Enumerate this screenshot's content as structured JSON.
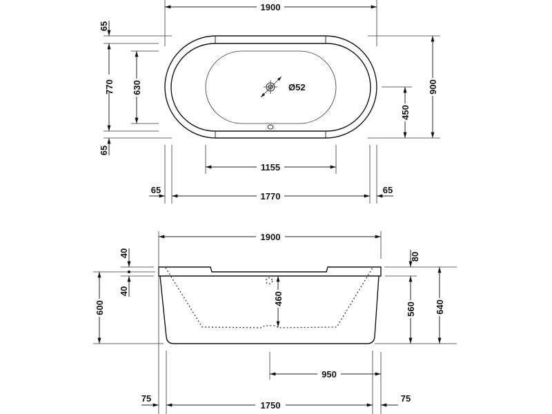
{
  "top_view": {
    "overall_length": "1900",
    "overall_width": "900",
    "inner_width": "770",
    "basin_width": "630",
    "rim_top": "65",
    "rim_bottom": "65",
    "drain_offset": "450",
    "drain_diameter": "Ø52",
    "basin_length": "1155",
    "inner_length": "1770",
    "rim_left": "65",
    "rim_right": "65"
  },
  "side_view": {
    "overall_length": "1900",
    "top_offset": "40",
    "lower_offset": "40",
    "height_600": "600",
    "depth_460": "460",
    "rim_80": "80",
    "height_560": "560",
    "height_640": "640",
    "drain_distance": "950",
    "base_length": "1750",
    "left_inset": "75",
    "right_inset": "75"
  }
}
